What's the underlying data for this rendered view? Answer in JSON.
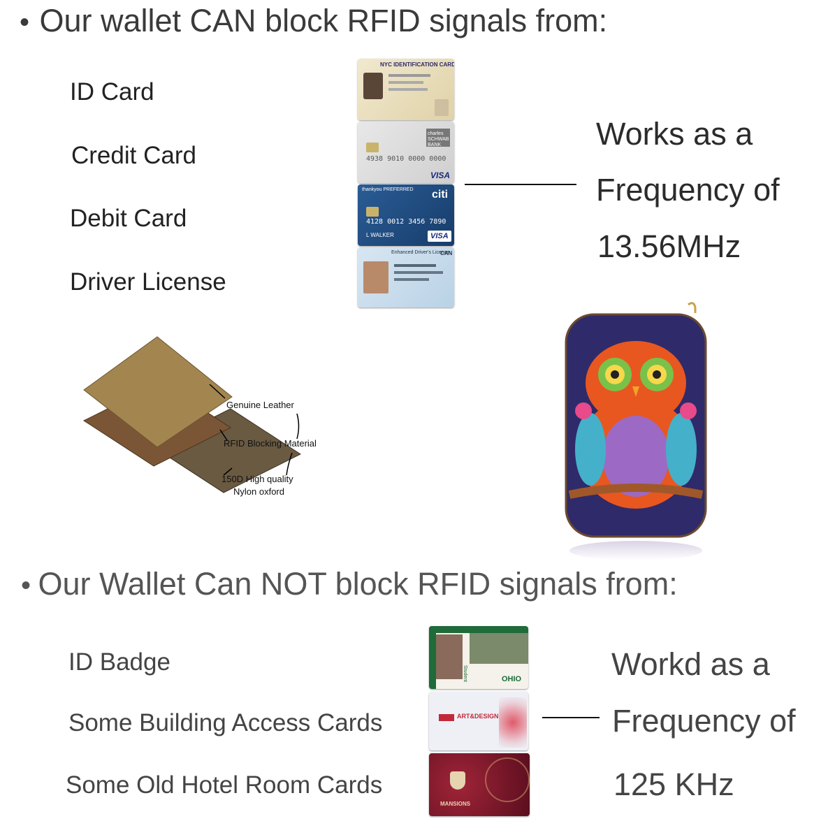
{
  "section1": {
    "heading": "Our wallet CAN block RFID signals from:",
    "items": [
      "ID Card",
      "Credit Card",
      "Debit Card",
      "Driver License"
    ],
    "frequency_lines": [
      "Works as a",
      "Frequency of",
      "13.56MHz"
    ]
  },
  "cards1": {
    "id_card_title": "NYC IDENTIFICATION CARD",
    "credit_brand": "charles SCHWAB BANK",
    "credit_number": "4938 9010 0000 0000",
    "credit_network": "VISA",
    "debit_label": "thankyou PREFERRED",
    "debit_bank": "citi",
    "debit_number": "4128 0012 3456 7890",
    "debit_name": "L WALKER",
    "debit_network": "VISA",
    "license_title": "Enhanced Driver's Licence",
    "license_region": "CAN"
  },
  "layers": {
    "labels": [
      "Genuine Leather",
      "RFID Blocking Material",
      "150D High quality",
      "Nylon oxford"
    ]
  },
  "section2": {
    "heading": "Our Wallet Can NOT block  RFID  signals from:",
    "items": [
      "ID Badge",
      "Some Building Access Cards",
      "Some Old Hotel Room Cards"
    ],
    "frequency_lines": [
      "Workd as a",
      "Frequency of",
      "125 KHz"
    ]
  },
  "cards2": {
    "badge_org": "OHIO",
    "badge_role": "Student",
    "access_brand": "ART&DESIGN",
    "hotel_brand": "MANSIONS"
  },
  "colors": {
    "text": "#3a3a3a",
    "leather": "#9a7b45",
    "debit_blue": "#1f4f86",
    "hotel_red": "#7a1a2a"
  }
}
